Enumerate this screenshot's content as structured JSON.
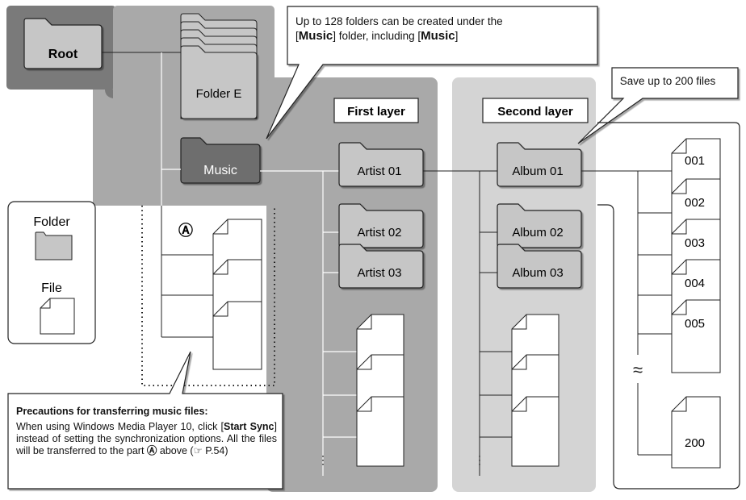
{
  "root": {
    "label": "Root"
  },
  "folders": {
    "folder_e": "Folder E",
    "music": "Music",
    "artists": [
      "Artist 01",
      "Artist 02",
      "Artist 03"
    ],
    "albums": [
      "Album 01",
      "Album 02",
      "Album 03"
    ]
  },
  "layers": {
    "first": "First layer",
    "second": "Second layer"
  },
  "callouts": {
    "top_1": "Up to 128 folders can be created under the",
    "top_2a": "[",
    "top_2b": "Music",
    "top_2c": "] folder, including [",
    "top_2d": "Music",
    "top_2e": "]",
    "files_limit": "Save up to 200 files"
  },
  "legend": {
    "folder": "Folder",
    "file": "File"
  },
  "marker": "Ⓐ",
  "files": [
    "001",
    "002",
    "003",
    "004",
    "005",
    "200"
  ],
  "break_symbol": "≈",
  "precautions": {
    "title": "Precautions for transferring music files:",
    "t1": "When using Windows Media Player 10, click [",
    "t2": "Start Sync",
    "t3": "] instead of setting the synchronization options. All the files will be transferred to the part",
    "t4": "Ⓐ",
    "t5": "above (☞ P.54)"
  },
  "colors": {
    "dark_panel": "#7a7a7a",
    "mid_panel": "#a9a9a9",
    "light_panel": "#d4d4d4",
    "folder_fill": "#c6c6c6",
    "music_fill": "#6e6e6e",
    "page_bg": "#ffffff"
  }
}
